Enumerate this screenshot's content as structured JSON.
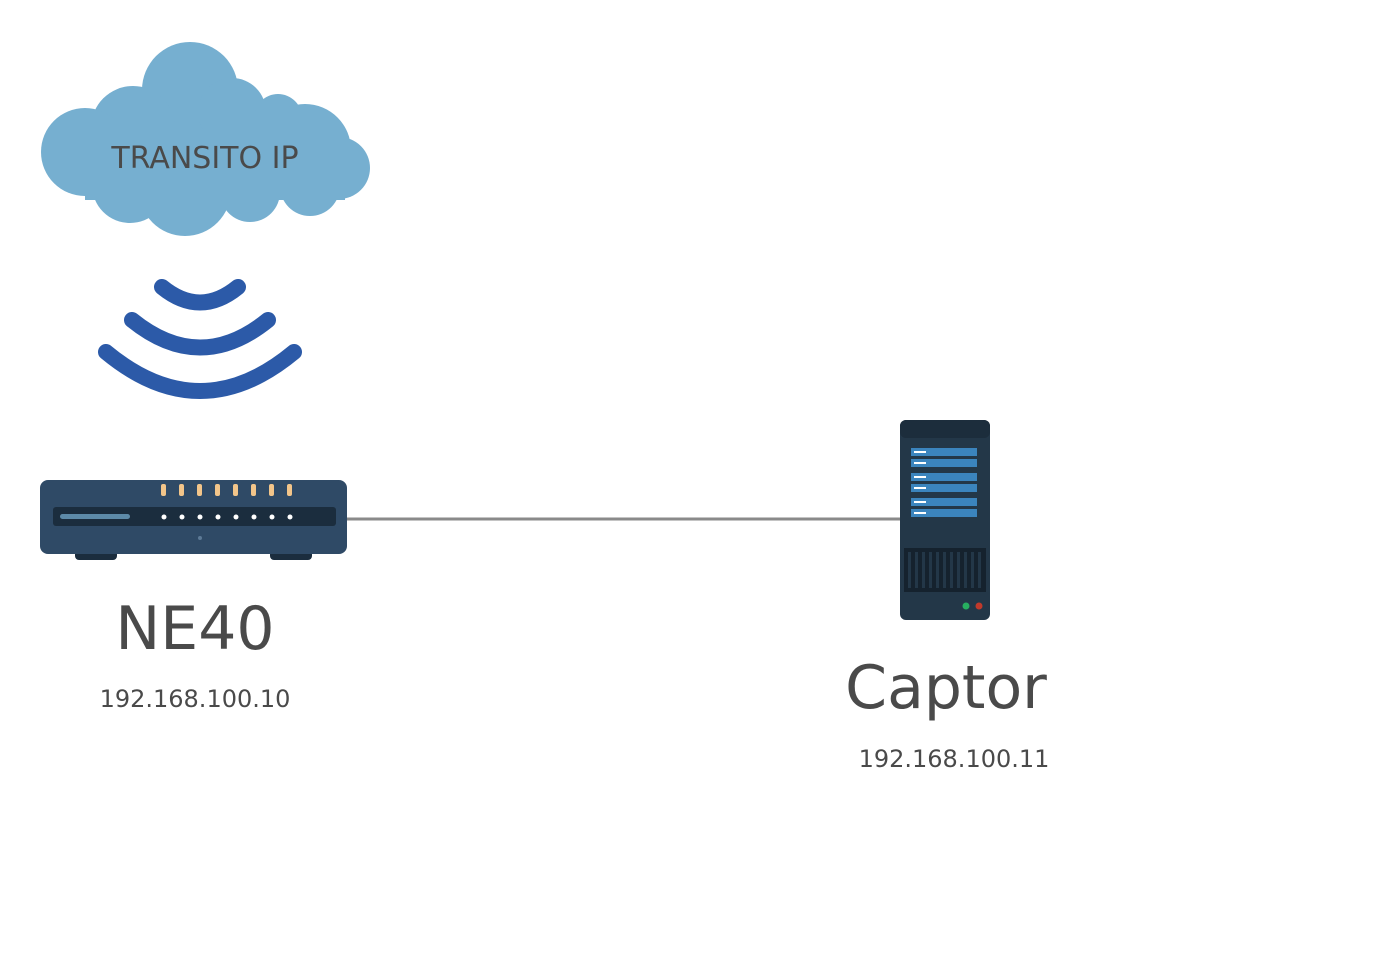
{
  "cloud": {
    "label": "TRANSITO IP",
    "color": "#76afd0"
  },
  "wireless": {
    "icon": "wifi-signal-icon",
    "color": "#2c5aa8"
  },
  "router": {
    "icon": "router-icon",
    "name": "NE40",
    "ip": "192.168.100.10",
    "body_color": "#2f4a66",
    "panel_color": "#1b2d3e",
    "port_color": "#f2c58a"
  },
  "server": {
    "icon": "server-tower-icon",
    "name": "Captor",
    "ip": "192.168.100.11",
    "body_color": "#233748",
    "slot_color": "#3b84bd",
    "led_colors": [
      "#27ae60",
      "#c0392b"
    ]
  },
  "link": {
    "color": "#8a8a8a"
  }
}
